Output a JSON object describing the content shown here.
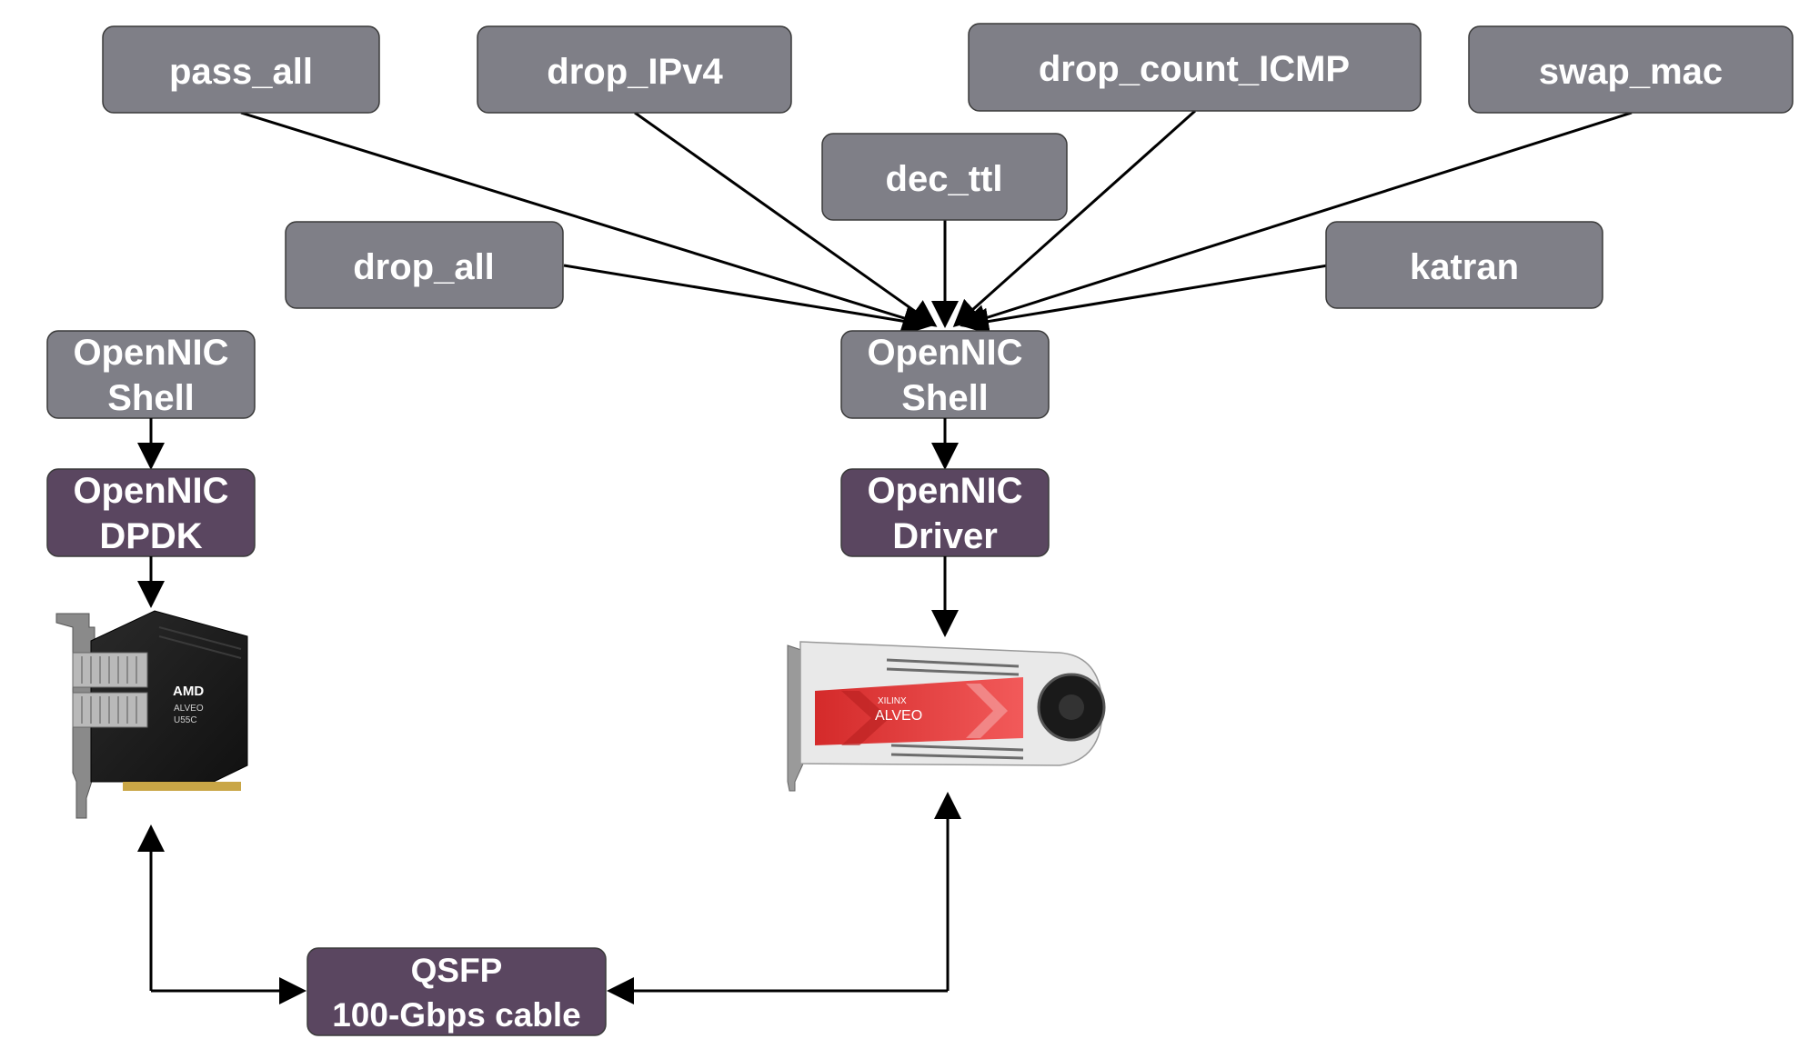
{
  "programs": {
    "pass_all": "pass_all",
    "drop_ipv4": "drop_IPv4",
    "drop_count_icmp": "drop_count_ICMP",
    "swap_mac": "swap_mac",
    "dec_ttl": "dec_ttl",
    "drop_all": "drop_all",
    "katran": "katran"
  },
  "left_stack": {
    "shell_line1": "OpenNIC",
    "shell_line2": "Shell",
    "dpdk_line1": "OpenNIC",
    "dpdk_line2": "DPDK",
    "card_brand": "AMD",
    "card_line1": "ALVEO",
    "card_line2": "U55C"
  },
  "right_stack": {
    "shell_line1": "OpenNIC",
    "shell_line2": "Shell",
    "driver_line1": "OpenNIC",
    "driver_line2": "Driver",
    "card_brand": "XILINX",
    "card_name": "ALVEO"
  },
  "cable": {
    "line1": "QSFP",
    "line2": "100-Gbps cable"
  },
  "colors": {
    "program_box": "#7f7f87",
    "stack_box": "#5a4660",
    "arrow": "#000000",
    "u55c_body": "#1c1c1c",
    "u280_accent": "#e83a3a"
  }
}
